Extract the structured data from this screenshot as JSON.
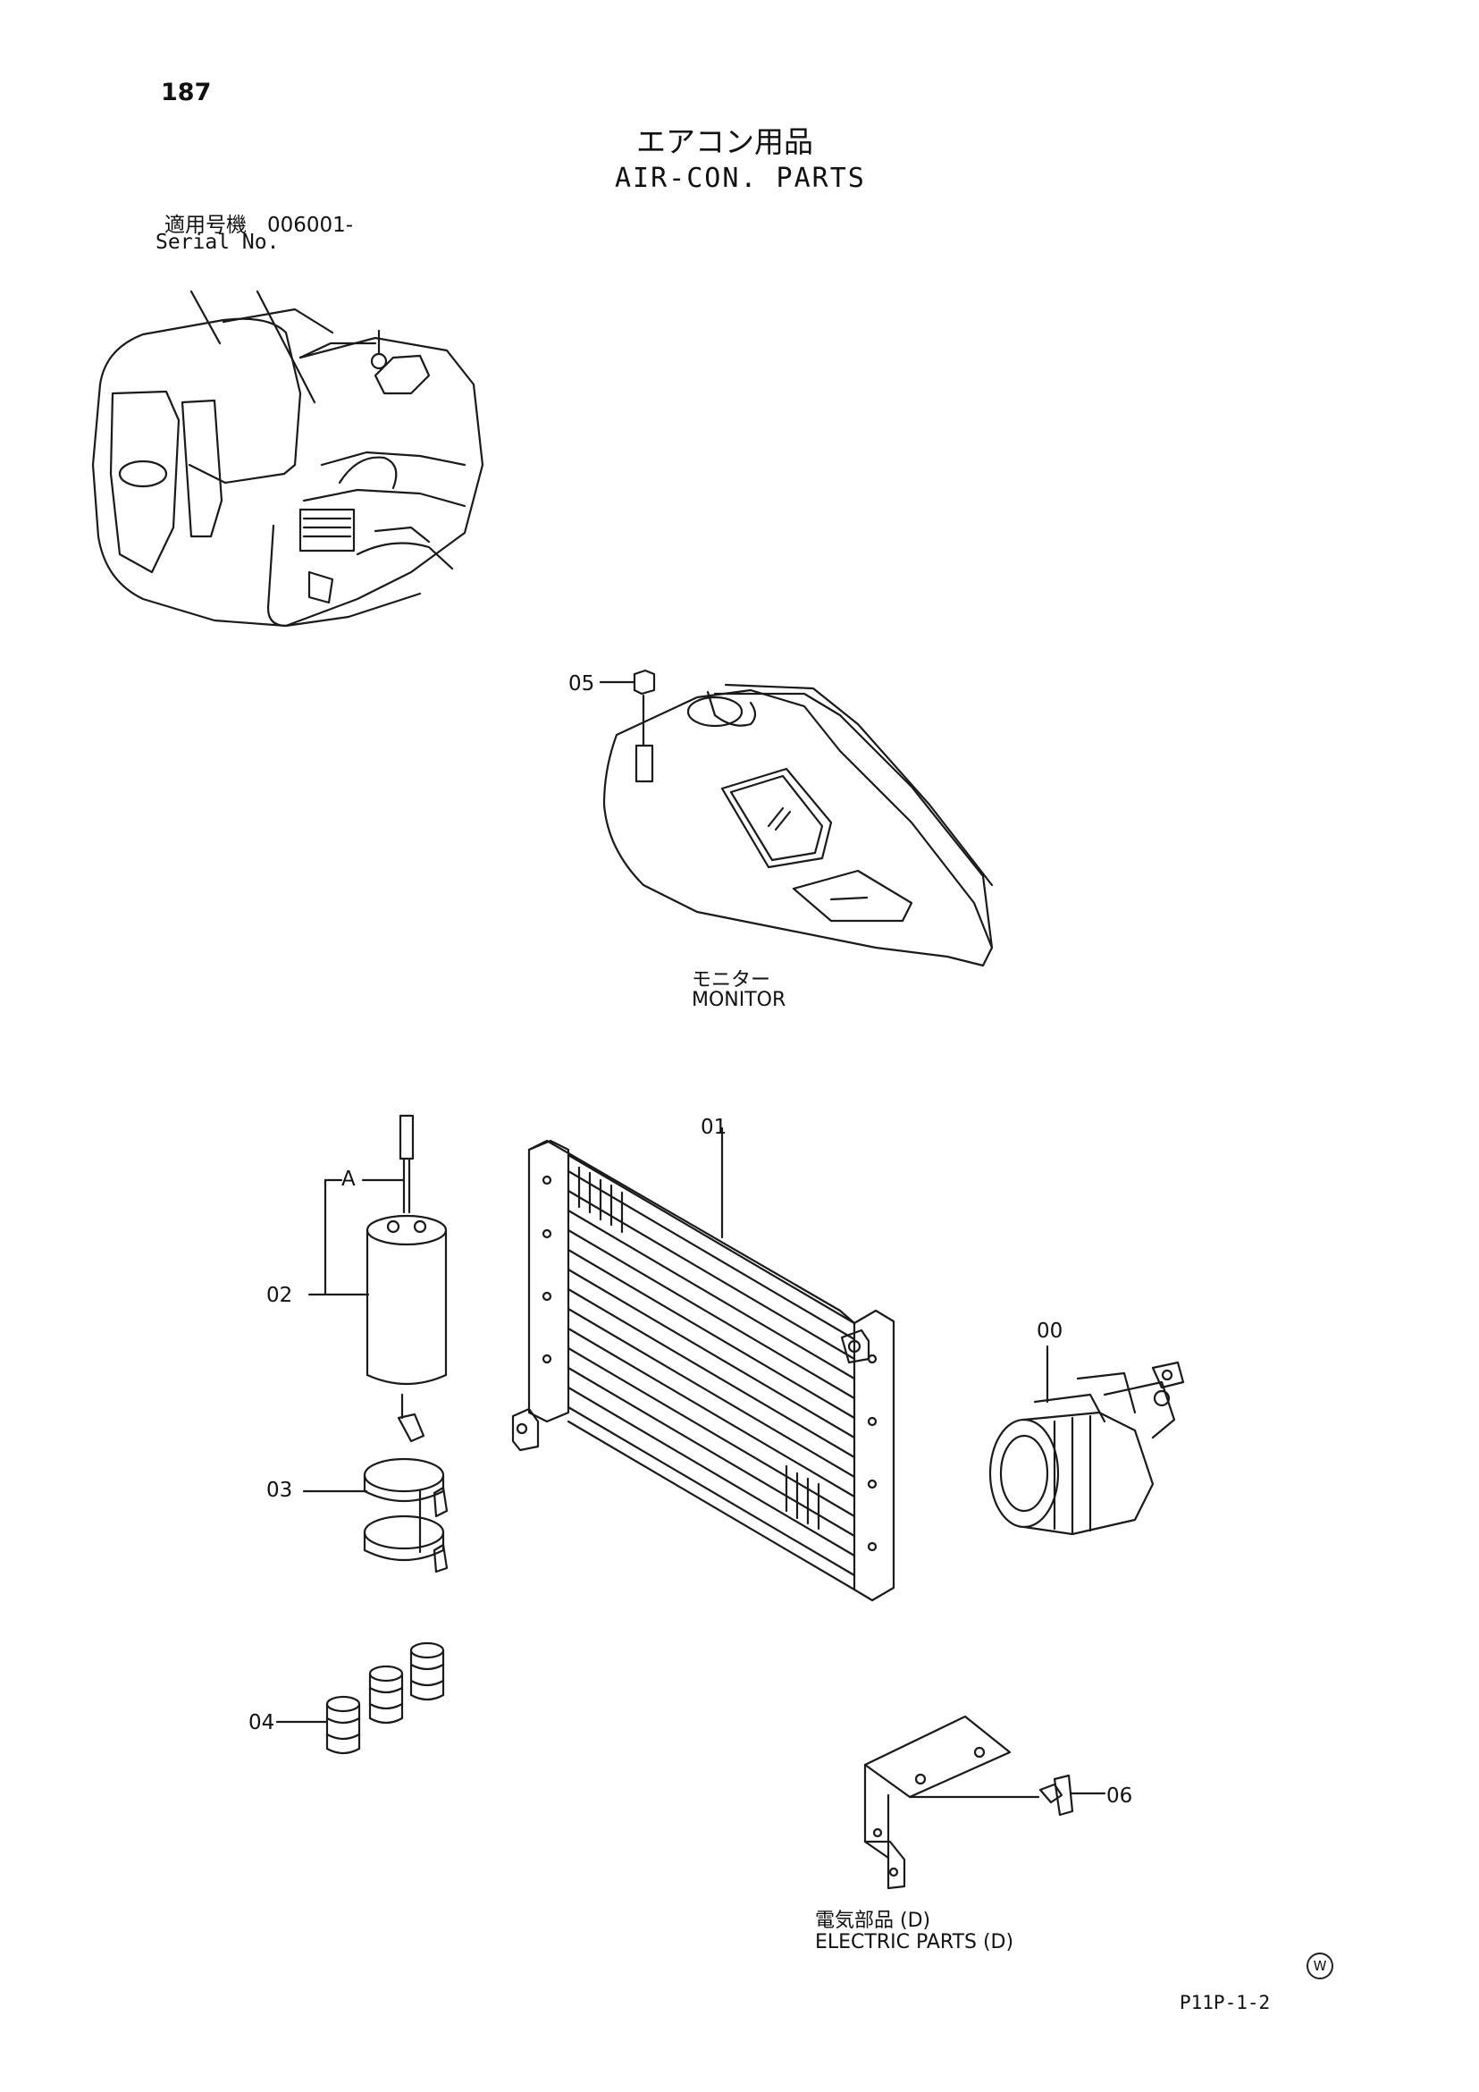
{
  "page_number": "187",
  "title": {
    "jp": "エアコン用品",
    "en": "AIR-CON. PARTS"
  },
  "serial": {
    "jp": "適用号機　006001-",
    "en": "Serial No."
  },
  "callouts": {
    "c00": "00",
    "c01": "01",
    "c02": "02",
    "c03": "03",
    "c04": "04",
    "c05": "05",
    "c06": "06",
    "cA": "A"
  },
  "monitor_label": {
    "jp": "モニター",
    "en": "MONITOR"
  },
  "electric_label": {
    "jp": "電気部品 (D)",
    "en": "ELECTRIC PARTS (D)"
  },
  "w_mark": "W",
  "page_code": "P11P-1-2"
}
